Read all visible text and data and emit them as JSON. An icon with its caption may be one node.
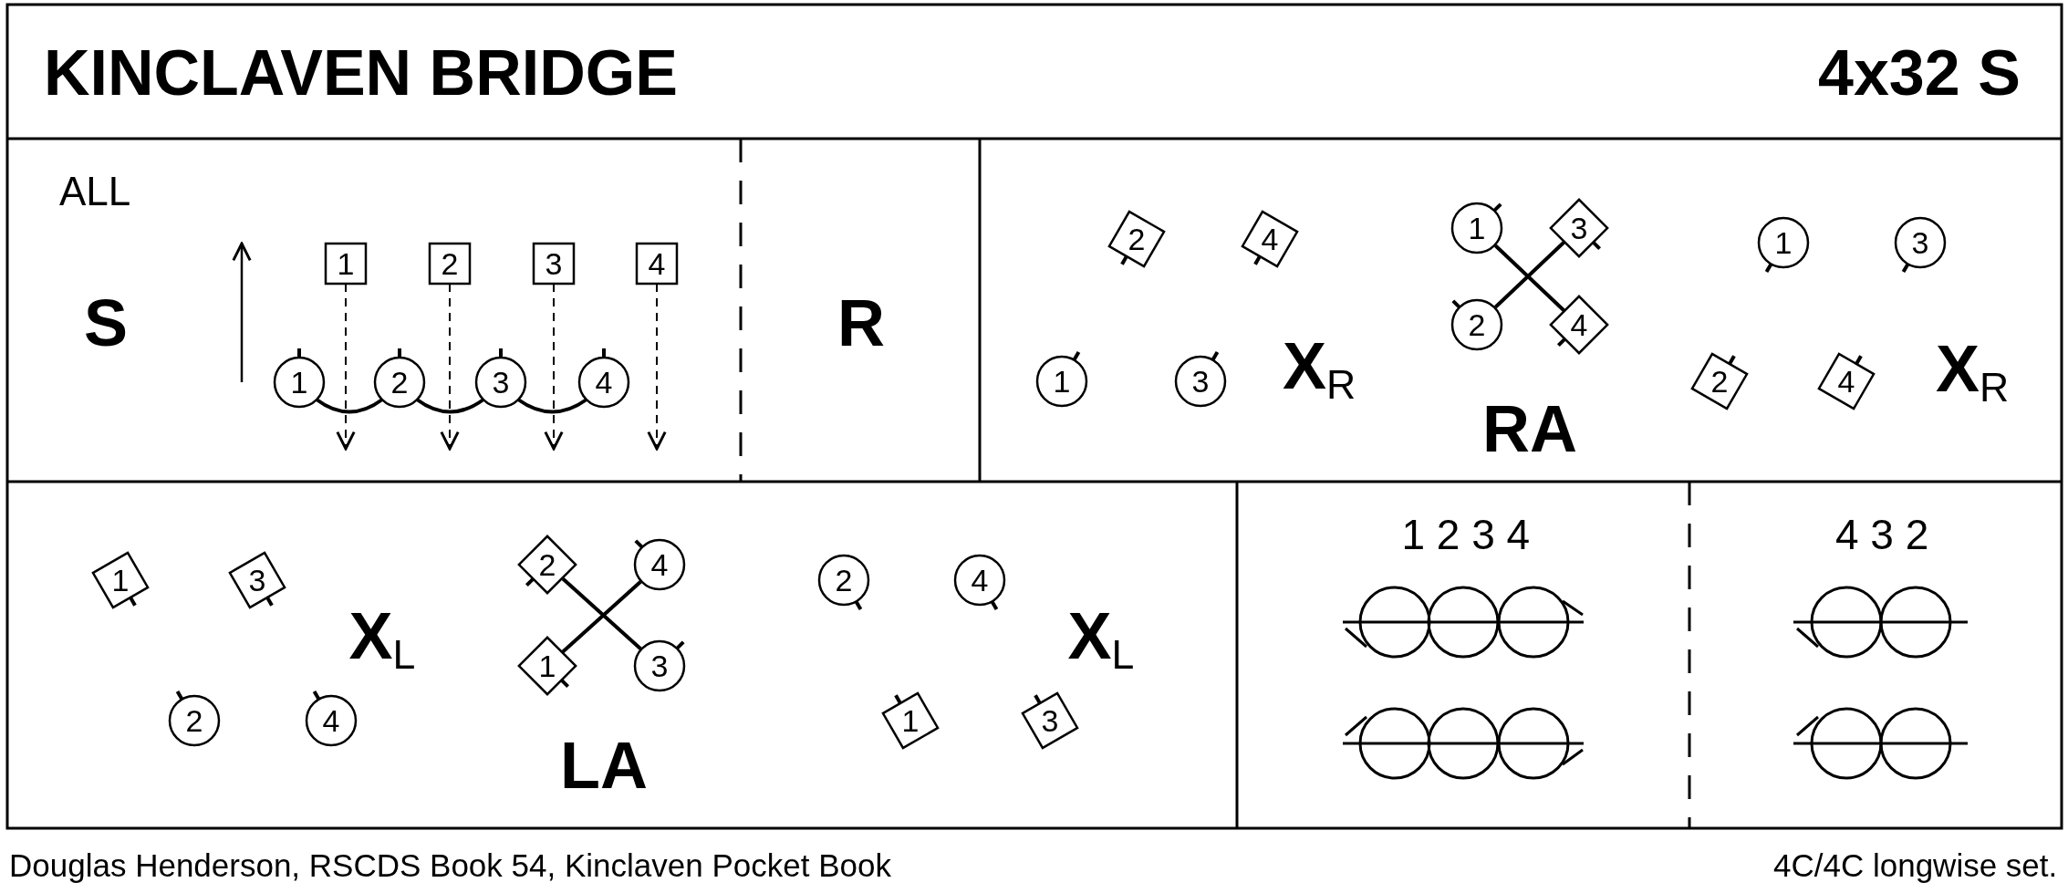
{
  "diagram": {
    "title": "KINCLAVEN BRIDGE",
    "nodes": [
      {
        "text": [
          "1"
        ]
      },
      {
        "text": [
          "2"
        ]
      },
      {
        "text": [
          "3"
        ]
      },
      {
        "text": [
          "4"
        ]
      },
      {
        "text": [
          "1"
        ]
      },
      {
        "text": [
          "2"
        ]
      },
      {
        "text": [
          "3"
        ]
      },
      {
        "text": [
          "4"
        ]
      },
      {
        "text": [
          "2"
        ]
      },
      {
        "text": [
          "4"
        ]
      },
      {
        "text": [
          "1"
        ]
      },
      {
        "text": [
          "3"
        ]
      },
      {
        "text": [
          "1"
        ]
      },
      {
        "text": [
          "3"
        ]
      },
      {
        "text": [
          "2"
        ]
      },
      {
        "text": [
          "4"
        ]
      },
      {
        "text": [
          "1"
        ]
      },
      {
        "text": [
          "3"
        ]
      },
      {
        "text": [
          "2"
        ]
      },
      {
        "text": [
          "4"
        ]
      },
      {
        "text": [
          "1"
        ]
      },
      {
        "text": [
          "3"
        ]
      },
      {
        "text": [
          "2"
        ]
      },
      {
        "text": [
          "4"
        ]
      },
      {
        "text": [
          "2"
        ]
      },
      {
        "text": [
          "4"
        ]
      },
      {
        "text": [
          "1"
        ]
      },
      {
        "text": [
          "3"
        ]
      },
      {
        "text": [
          "2"
        ]
      },
      {
        "text": [
          "4"
        ]
      },
      {
        "text": [
          "1"
        ]
      },
      {
        "text": [
          "3"
        ]
      }
    ],
    "edges": [
      {
        "from": 0,
        "to": null,
        "arrow": "to",
        "style": "dashed"
      },
      {
        "from": 1,
        "to": null,
        "arrow": "to",
        "style": "dashed"
      },
      {
        "from": 2,
        "to": null,
        "arrow": "to",
        "style": "dashed"
      },
      {
        "from": 3,
        "to": null,
        "arrow": "to",
        "style": "dashed"
      },
      {
        "from": 4,
        "to": 5,
        "arrow": "none"
      },
      {
        "from": 5,
        "to": 6,
        "arrow": "none"
      },
      {
        "from": 6,
        "to": 7,
        "arrow": "none"
      },
      {
        "from": 12,
        "to": 15,
        "arrow": "none"
      },
      {
        "from": 14,
        "to": 13,
        "arrow": "none"
      },
      {
        "from": 24,
        "to": 27,
        "arrow": "none"
      },
      {
        "from": 26,
        "to": 25,
        "arrow": "none"
      }
    ],
    "labels": [
      "4x32 S",
      "ALL",
      "S",
      "R",
      "X$_{R}$",
      "RA",
      "X$_{R}$",
      "X$_{L}$",
      "LA",
      "X$_{L}$",
      "1 2 3 4",
      "4 3 2",
      "Douglas Henderson, RSCDS Book 54, Kinclaven Pocket Book",
      "4C/4C longwise set."
    ]
  }
}
